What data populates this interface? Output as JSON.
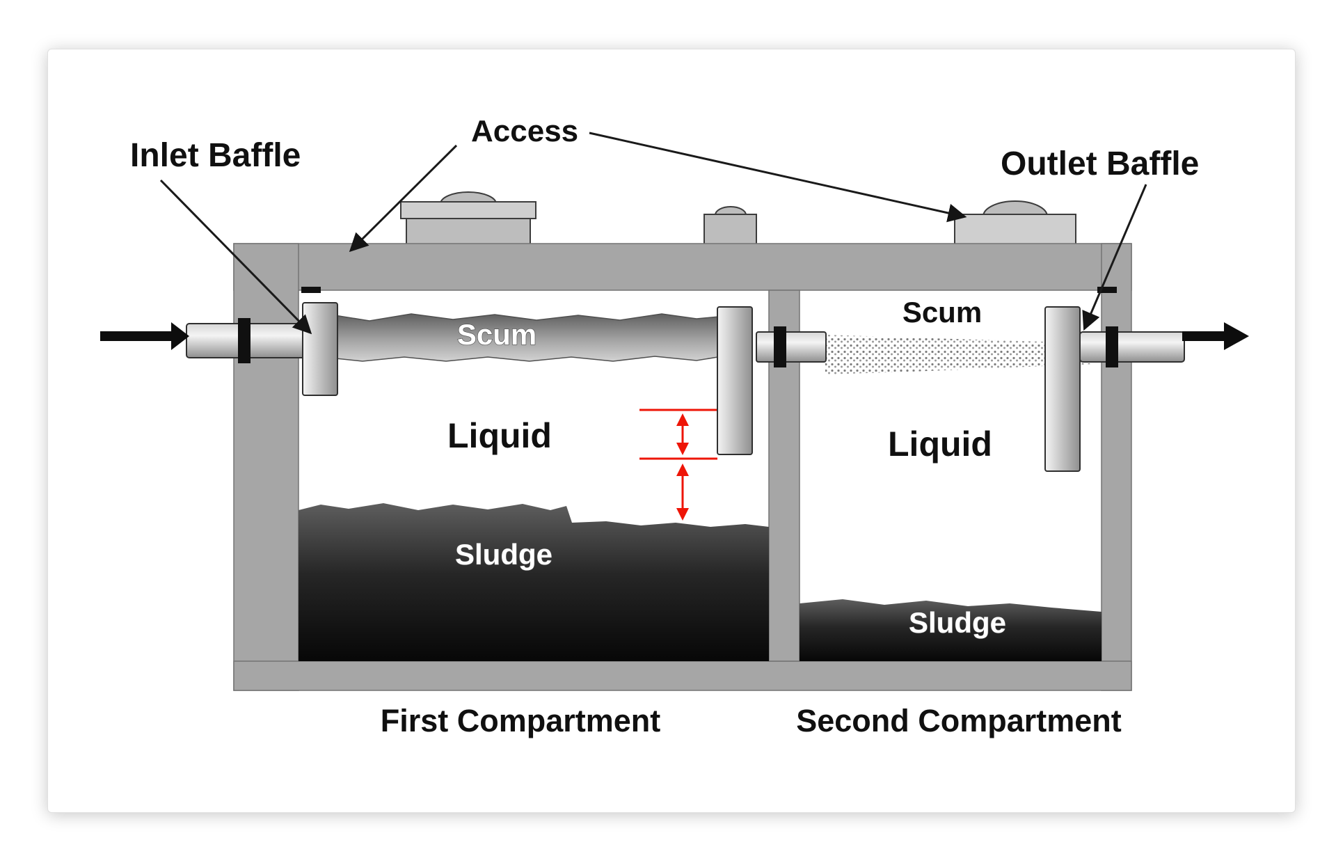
{
  "labels": {
    "inlet_baffle": "Inlet Baffle",
    "access": "Access",
    "outlet_baffle": "Outlet Baffle",
    "scum_first": "Scum",
    "scum_second": "Scum",
    "liquid_first": "Liquid",
    "liquid_second": "Liquid",
    "sludge_first": "Sludge",
    "sludge_second": "Sludge",
    "first_compartment": "First Compartment",
    "second_compartment": "Second Compartment"
  },
  "colors": {
    "tank_wall": "#a6a6a6",
    "riser": "#bdbdbd",
    "riser_lid": "#cfcfcf",
    "pipe_highlight": "#f4f4f4",
    "pipe_shade": "#8f8f8f",
    "scum_dark": "#5f5f5f",
    "scum_light": "#d2d2d2",
    "sludge_top": "#5e5e5e",
    "sludge_bottom": "#070707",
    "stipple_dot": "#7d7d7d",
    "flow_arrow": "#0d0d0d",
    "leader_line": "#1a1a1a",
    "measure_red": "#ee1507",
    "label_dark": "#101010",
    "label_light": "#ffffff"
  }
}
